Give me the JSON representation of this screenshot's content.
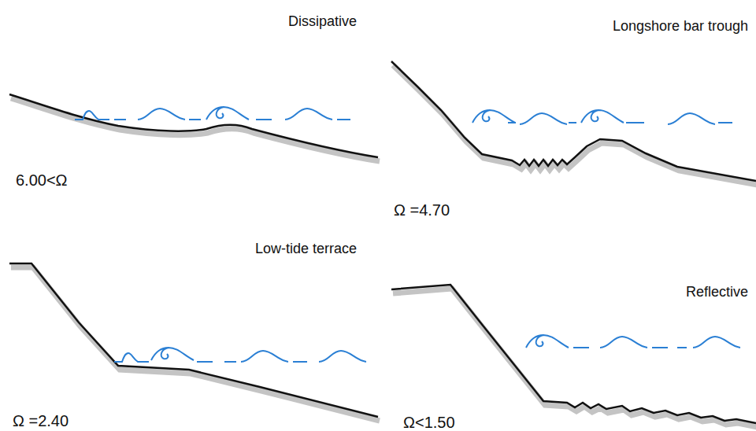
{
  "diagram": {
    "labels": [
      "Dissipative",
      "6.00<Ω",
      "Longshore bar trough",
      "Ω =4.70",
      "Low-tide terrace",
      "Ω =2.40",
      "Reflective",
      "Ω<1.50"
    ]
  }
}
